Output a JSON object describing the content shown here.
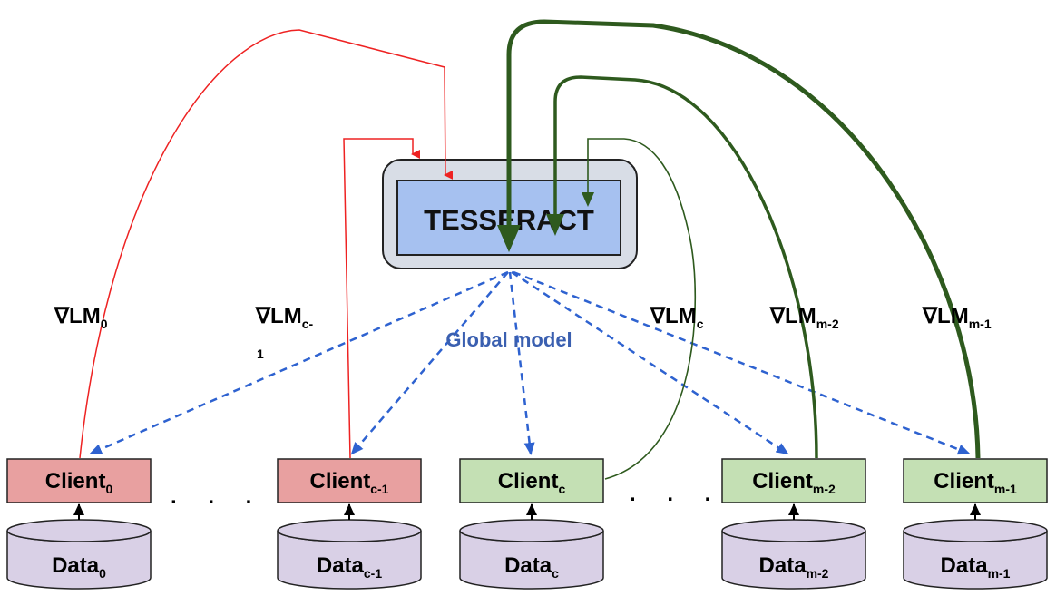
{
  "server": {
    "title": "TESSERACT",
    "global_label": "Global model"
  },
  "clients": [
    {
      "base": "Client",
      "sub": "0",
      "kind": "red",
      "data_base": "Data",
      "data_sub": "0"
    },
    {
      "base": "Client",
      "sub": "c-1",
      "kind": "red",
      "data_base": "Data",
      "data_sub": "c-1"
    },
    {
      "base": "Client",
      "sub": "c",
      "kind": "green",
      "data_base": "Data",
      "data_sub": "c"
    },
    {
      "base": "Client",
      "sub": "m-2",
      "kind": "green",
      "data_base": "Data",
      "data_sub": "m-2"
    },
    {
      "base": "Client",
      "sub": "m-1",
      "kind": "green",
      "data_base": "Data",
      "data_sub": "m-1"
    }
  ],
  "gradients": [
    {
      "base": "∇LM",
      "sub": "0"
    },
    {
      "base": "∇LM",
      "sub": "c-",
      "sub2": "1"
    },
    {
      "base": "∇LM",
      "sub": "c"
    },
    {
      "base": "∇LM",
      "sub": "m-2"
    },
    {
      "base": "∇LM",
      "sub": "m-1"
    }
  ],
  "ellipsis": [
    ". . . . .",
    ". . . . ."
  ],
  "colors": {
    "red_box": "#e8a0a0",
    "green_box": "#c4e0b4",
    "server_fill": "#a6c1f0",
    "server_outer": "#d8dde6",
    "data_fill": "#d9d0e6",
    "red_line": "#ee2222",
    "green_line": "#2e5a1e",
    "blue_dash": "#2e62d0"
  }
}
